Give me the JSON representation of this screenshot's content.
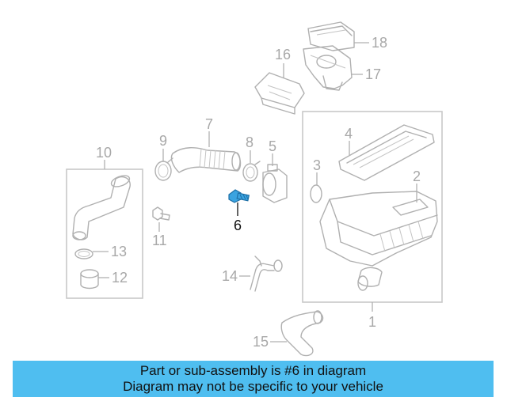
{
  "callouts": {
    "c1": "1",
    "c2": "2",
    "c3": "3",
    "c4": "4",
    "c5": "5",
    "c6": "6",
    "c7": "7",
    "c8": "8",
    "c9": "9",
    "c10": "10",
    "c11": "11",
    "c12": "12",
    "c13": "13",
    "c14": "14",
    "c15": "15",
    "c16": "16",
    "c17": "17",
    "c18": "18"
  },
  "highlight": {
    "part_number": "6",
    "color": "#3aa3e0"
  },
  "banner": {
    "line1": "Part or sub-assembly is #6 in diagram",
    "line2": "Diagram may not be specific to your vehicle",
    "background": "#4fbef0"
  }
}
